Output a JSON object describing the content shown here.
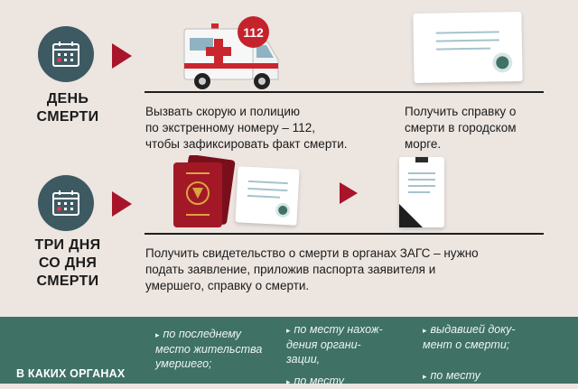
{
  "section1": {
    "label_line1": "ДЕНЬ",
    "label_line2": "СМЕРТИ",
    "badge": "112",
    "left_text": [
      "Вызвать скорую и полицию",
      "по экстренному номеру – 112,",
      "чтобы зафиксировать факт смерти."
    ],
    "right_text": [
      "Получить справку о",
      "смерти в городском",
      "морге."
    ]
  },
  "section2": {
    "label_line1": "ТРИ ДНЯ",
    "label_line2": "СО ДНЯ",
    "label_line3": "СМЕРТИ",
    "text": [
      "Получить свидетельство о смерти в органах ЗАГС – нужно",
      "подать заявление, приложив паспорта заявителя и",
      "умершего, справку о смерти."
    ]
  },
  "bottom": {
    "heading": "В КАКИХ ОРГАНАХ",
    "col1": [
      "по последнему",
      "место жительства",
      "умершего;"
    ],
    "col2a": [
      "по месту нахож-",
      "дения органи-",
      "зации,"
    ],
    "col2b": "по месту",
    "col3a": [
      "выдавшей доку-",
      "мент о смерти;"
    ],
    "col3b": "по месту"
  },
  "icons": [
    "calendar-icon",
    "ambulance-icon",
    "certificate-icon",
    "passport-icon",
    "death-certificate-icon",
    "play-arrow-icon"
  ],
  "colors": {
    "accent": "#a8152a",
    "teal": "#3f7165",
    "calendar": "#3d5a63",
    "background": "#ece5e0"
  }
}
